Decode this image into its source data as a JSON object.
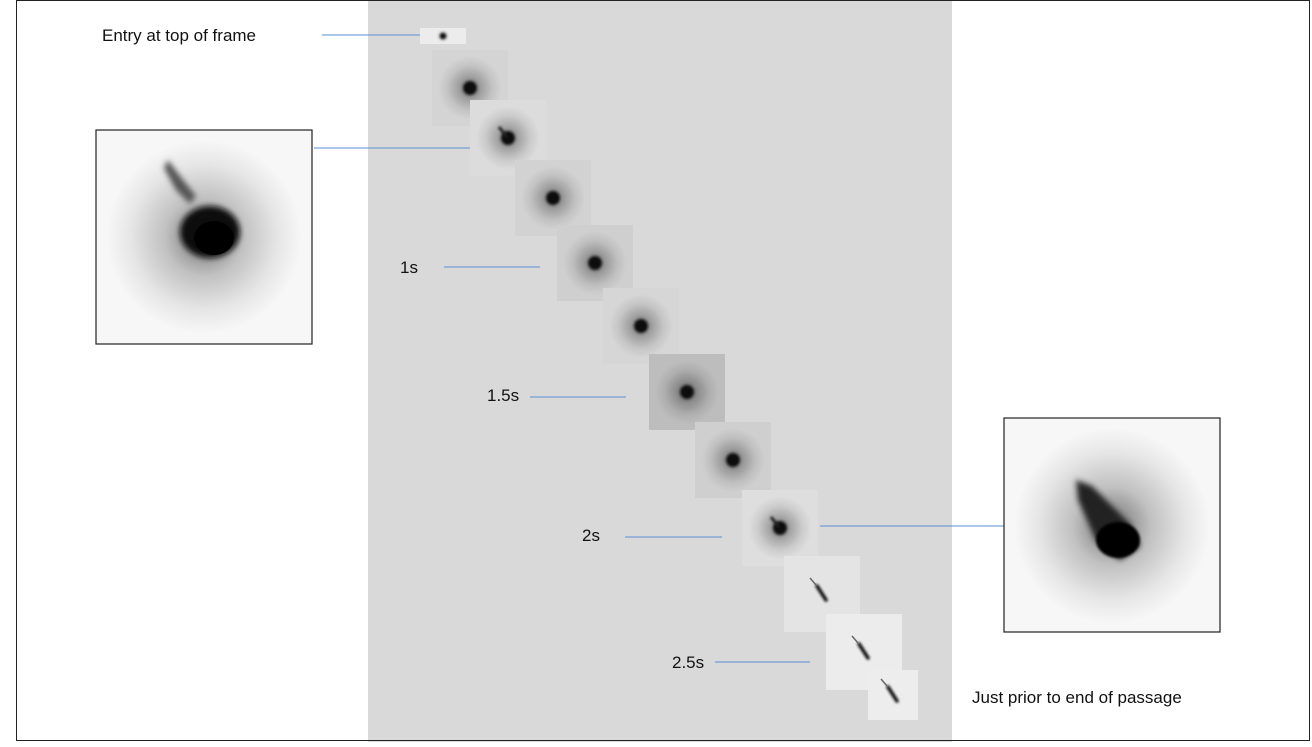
{
  "figure": {
    "labels": {
      "entry": "Entry at top of frame",
      "t1": "1s",
      "t15": "1.5s",
      "t2": "2s",
      "t25": "2.5s",
      "end": "Just prior to end of passage"
    },
    "colors": {
      "panel_background": "#d9d9d9",
      "leader_line": "#5b8fd6",
      "frame_border": "#222222",
      "blob": "#111111"
    },
    "frame_sequence_count": 12,
    "insets": [
      "early-frame-zoom",
      "late-frame-zoom"
    ]
  }
}
